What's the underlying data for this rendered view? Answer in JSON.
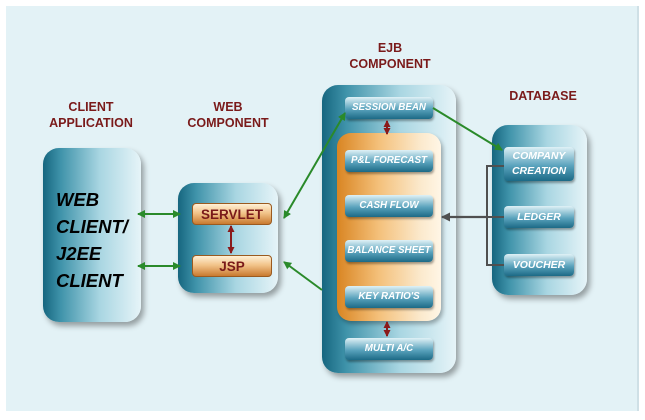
{
  "headers": {
    "client": "CLIENT\nAPPLICATION",
    "web": "WEB\nCOMPONENT",
    "ejb": "EJB\nCOMPONENT",
    "database": "DATABASE"
  },
  "client": {
    "text": "WEB\nCLIENT/\nJ2EE\nCLIENT"
  },
  "web_component": {
    "servlet": "SERVLET",
    "jsp": "JSP"
  },
  "ejb_component": {
    "session_bean": "SESSION BEAN",
    "modules": [
      "P&L FORECAST",
      "CASH FLOW",
      "BALANCE SHEET",
      "KEY RATIO'S"
    ],
    "multi": "MULTI A/C"
  },
  "database": {
    "items": [
      "COMPANY\nCREATION",
      "LEDGER",
      "VOUCHER"
    ]
  },
  "colors": {
    "header_text": "#7a1a1a",
    "arrow_green": "#2a8a2a",
    "arrow_dark_red": "#8b1a1a",
    "arrow_gray": "#505050",
    "panel_bg": "#e3f2f6"
  }
}
